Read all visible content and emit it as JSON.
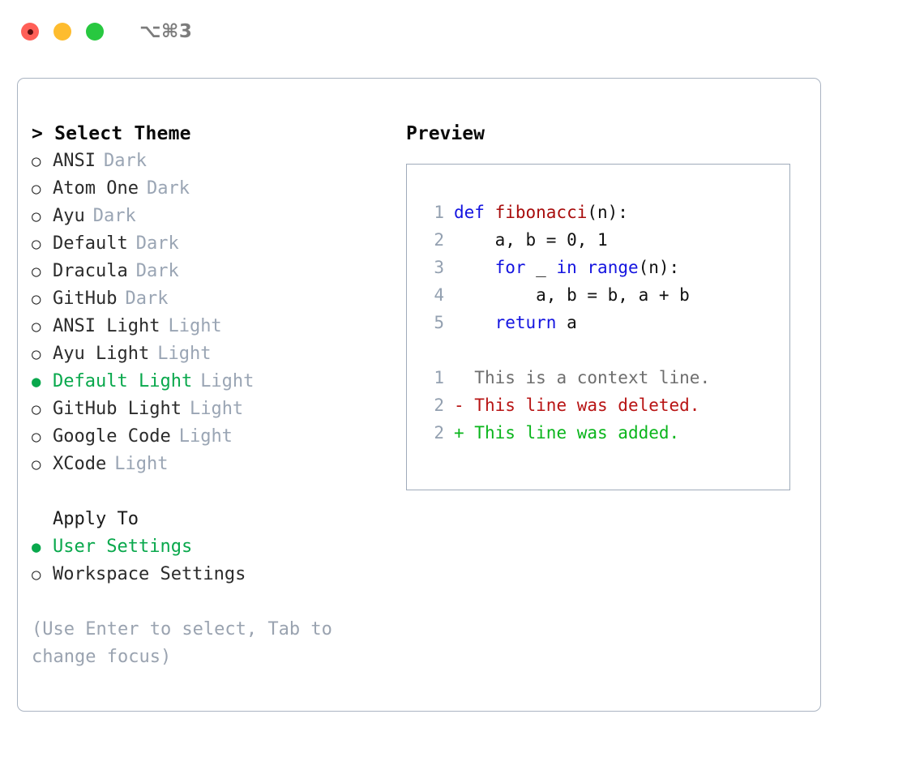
{
  "titlebar": {
    "shortcut": "⌥⌘3",
    "lights": [
      "close",
      "minimize",
      "maximize"
    ]
  },
  "theme_picker": {
    "heading": "> Select Theme",
    "items": [
      {
        "bullet": "○",
        "label": "ANSI",
        "tag": "Dark",
        "selected": false
      },
      {
        "bullet": "○",
        "label": "Atom One",
        "tag": "Dark",
        "selected": false
      },
      {
        "bullet": "○",
        "label": "Ayu",
        "tag": "Dark",
        "selected": false
      },
      {
        "bullet": "○",
        "label": "Default",
        "tag": "Dark",
        "selected": false
      },
      {
        "bullet": "○",
        "label": "Dracula",
        "tag": "Dark",
        "selected": false
      },
      {
        "bullet": "○",
        "label": "GitHub",
        "tag": "Dark",
        "selected": false
      },
      {
        "bullet": "○",
        "label": "ANSI Light",
        "tag": "Light",
        "selected": false
      },
      {
        "bullet": "○",
        "label": "Ayu Light",
        "tag": "Light",
        "selected": false
      },
      {
        "bullet": "●",
        "label": "Default Light",
        "tag": "Light",
        "selected": true
      },
      {
        "bullet": "○",
        "label": "GitHub Light",
        "tag": "Light",
        "selected": false
      },
      {
        "bullet": "○",
        "label": "Google Code",
        "tag": "Light",
        "selected": false
      },
      {
        "bullet": "○",
        "label": "XCode",
        "tag": "Light",
        "selected": false
      }
    ]
  },
  "apply_to": {
    "heading": "Apply To",
    "items": [
      {
        "bullet": "●",
        "label": "User Settings",
        "selected": true
      },
      {
        "bullet": "○",
        "label": "Workspace Settings",
        "selected": false
      }
    ]
  },
  "hint": "(Use Enter to select, Tab to change focus)",
  "preview": {
    "title": "Preview",
    "code_lines": [
      {
        "num": "1",
        "parts": [
          {
            "t": "def ",
            "c": "kw"
          },
          {
            "t": "fibonacci",
            "c": "fn"
          },
          {
            "t": "(n):",
            "c": "code-text"
          }
        ]
      },
      {
        "num": "2",
        "parts": [
          {
            "t": "    a, b = 0, 1",
            "c": "code-text"
          }
        ]
      },
      {
        "num": "3",
        "parts": [
          {
            "t": "    ",
            "c": "code-text"
          },
          {
            "t": "for",
            "c": "kw"
          },
          {
            "t": " _ ",
            "c": "code-text"
          },
          {
            "t": "in",
            "c": "kw"
          },
          {
            "t": " ",
            "c": "code-text"
          },
          {
            "t": "range",
            "c": "kw"
          },
          {
            "t": "(n):",
            "c": "code-text"
          }
        ]
      },
      {
        "num": "4",
        "parts": [
          {
            "t": "        a, b = b, a + b",
            "c": "code-text"
          }
        ]
      },
      {
        "num": "5",
        "parts": [
          {
            "t": "    ",
            "c": "code-text"
          },
          {
            "t": "return",
            "c": "kw"
          },
          {
            "t": " a",
            "c": "code-text"
          }
        ]
      }
    ],
    "diff_lines": [
      {
        "num": "1",
        "marker": "  ",
        "text": "This is a context line.",
        "kind": "diff-ctx"
      },
      {
        "num": "2",
        "marker": "- ",
        "text": "This line was deleted.",
        "kind": "diff-del"
      },
      {
        "num": "2",
        "marker": "+ ",
        "text": "This line was added.",
        "kind": "diff-add"
      }
    ]
  },
  "colors": {
    "accent_green": "#09a84c",
    "tag_gray": "#9aa5b4",
    "hint_gray": "#9aa3b0",
    "keyword_blue": "#1414e0",
    "function_red": "#a80c0c",
    "diff_add_green": "#09b51b",
    "diff_del_red": "#b81414",
    "border": "#aab4c2",
    "light_red": "#ff5f57",
    "light_amber": "#febc2e",
    "light_green": "#28c840"
  }
}
